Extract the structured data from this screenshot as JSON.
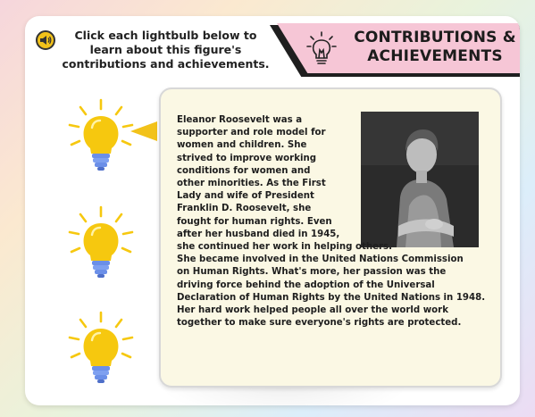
{
  "instruction": {
    "lines": [
      "Click each lightbulb below to",
      "learn about this figure's",
      "contributions and achievements."
    ]
  },
  "title": {
    "lines": [
      "CONTRIBUTIONS &",
      "ACHIEVEMENTS"
    ]
  },
  "card": {
    "lines": [
      "Eleanor Roosevelt was a",
      "supporter and role model for",
      "women and children. She",
      "strived to improve working",
      "conditions for women and",
      "other minorities. As the First",
      "Lady and wife of President",
      "Franklin D. Roosevelt, she",
      "fought for human rights. Even",
      "after her husband died in 1945,",
      "she continued her work in helping others.",
      "She became involved in the United Nations Commission",
      "on Human Rights. What's more, her passion was the",
      "driving force behind the adoption of the Universal",
      "Declaration of Human Rights by the United Nations in 1948.",
      "Her hard work helped people all over the world work",
      "together to make sure everyone's rights are protected."
    ]
  },
  "colors": {
    "bulb_yellow": "#f6c80f",
    "bulb_base": "#6b8fe8",
    "banner_pink": "#f6c6d6",
    "card_bg": "#fbf8e4",
    "accent_yellow": "#f2c21a"
  },
  "icons": {
    "audio": "speaker-icon",
    "title": "lightbulb-icon",
    "bulbs": "lightbulb-icon"
  }
}
